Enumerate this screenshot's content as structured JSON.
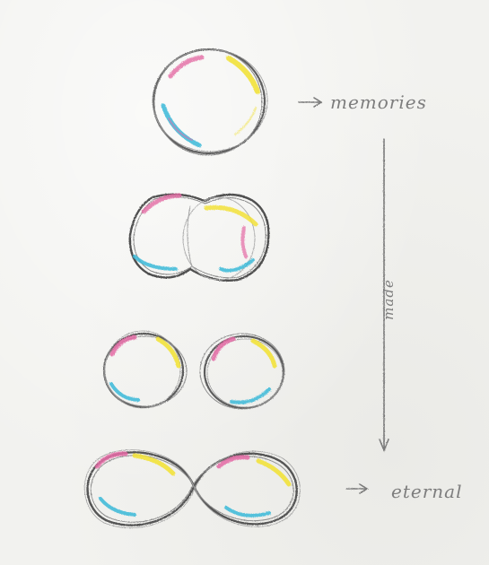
{
  "labels": {
    "top": "memories",
    "side": "made",
    "bottom": "eternal"
  },
  "colors": {
    "pencil": "#6b6b6b",
    "pink": "#e46aa4",
    "yellow": "#f2e23a",
    "cyan": "#3bb8d8",
    "paper": "#f2f2ef"
  },
  "icons": [
    "arrow-right-icon",
    "arrow-down-icon"
  ]
}
